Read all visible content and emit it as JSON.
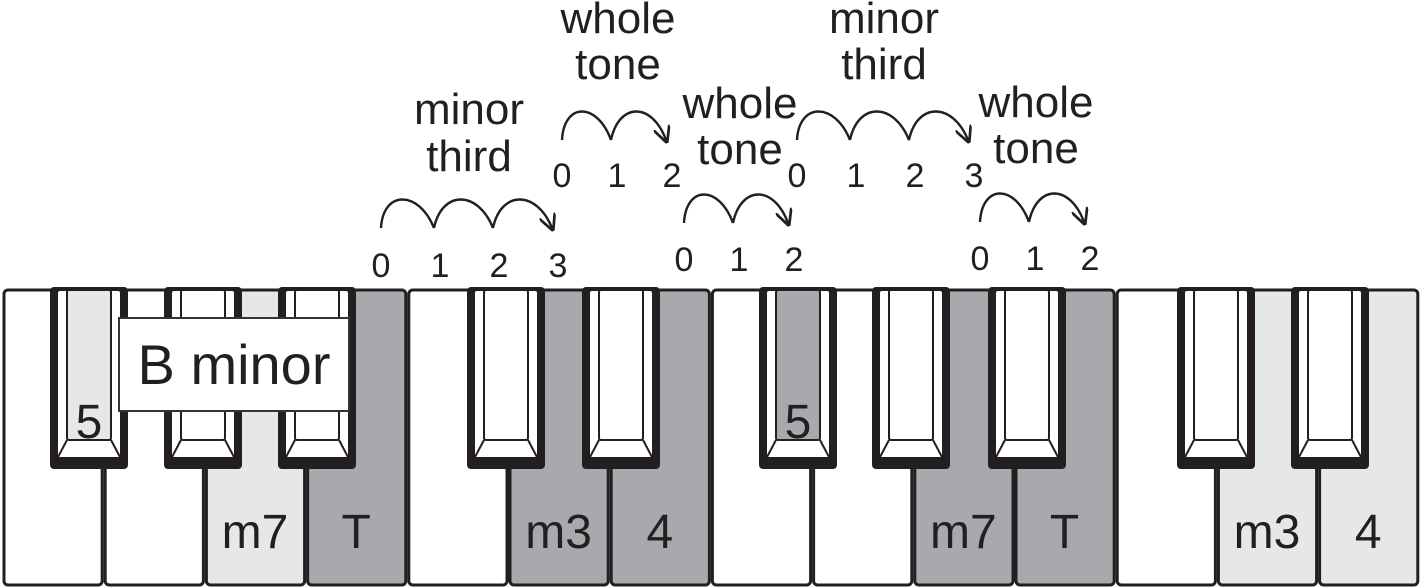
{
  "title": "B minor",
  "colors": {
    "key_white": "#ffffff",
    "key_dark": "#a7a9ac",
    "key_light": "#e6e7e8",
    "outline": "#231f20",
    "text": "#231f20"
  },
  "white_keys": [
    {
      "label": "",
      "shade": "white"
    },
    {
      "label": "",
      "shade": "white"
    },
    {
      "label": "m7",
      "shade": "light"
    },
    {
      "label": "T",
      "shade": "dark"
    },
    {
      "label": "",
      "shade": "white"
    },
    {
      "label": "m3",
      "shade": "dark"
    },
    {
      "label": "4",
      "shade": "dark"
    },
    {
      "label": "",
      "shade": "white"
    },
    {
      "label": "",
      "shade": "white"
    },
    {
      "label": "m7",
      "shade": "dark"
    },
    {
      "label": "T",
      "shade": "dark"
    },
    {
      "label": "",
      "shade": "white"
    },
    {
      "label": "m3",
      "shade": "light"
    },
    {
      "label": "4",
      "shade": "light"
    }
  ],
  "black_keys": [
    {
      "label": "5",
      "shade": "light"
    },
    {
      "label": "",
      "shade": "black"
    },
    {
      "label": "",
      "shade": "black"
    },
    {
      "label": "",
      "shade": "black"
    },
    {
      "label": "",
      "shade": "black"
    },
    {
      "label": "5",
      "shade": "dark"
    },
    {
      "label": "",
      "shade": "black"
    },
    {
      "label": "",
      "shade": "black"
    },
    {
      "label": "",
      "shade": "black"
    },
    {
      "label": "",
      "shade": "black"
    }
  ],
  "intervals": [
    {
      "label_lines": [
        "minor",
        "third"
      ],
      "steps": [
        "0",
        "1",
        "2",
        "3"
      ]
    },
    {
      "label_lines": [
        "whole",
        "tone"
      ],
      "steps": [
        "0",
        "1",
        "2"
      ]
    },
    {
      "label_lines": [
        "whole",
        "tone"
      ],
      "steps": [
        "0",
        "1",
        "2"
      ]
    },
    {
      "label_lines": [
        "minor",
        "third"
      ],
      "steps": [
        "0",
        "1",
        "2",
        "3"
      ]
    },
    {
      "label_lines": [
        "whole",
        "tone"
      ],
      "steps": [
        "0",
        "1",
        "2"
      ]
    }
  ]
}
